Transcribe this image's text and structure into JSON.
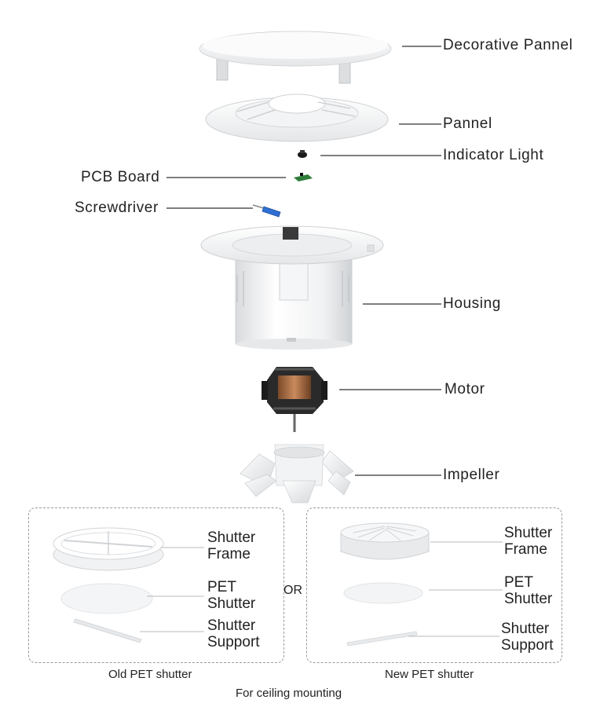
{
  "parts": {
    "decorative_panel": "Decorative Pannel",
    "panel": "Pannel",
    "indicator_light": "Indicator Light",
    "pcb_board": "PCB Board",
    "screwdriver": "Screwdriver",
    "housing": "Housing",
    "motor": "Motor",
    "impeller": "Impeller"
  },
  "old_shutter": {
    "frame": [
      "Shutter",
      "Frame"
    ],
    "pet": [
      "PET",
      "Shutter"
    ],
    "support": [
      "Shutter",
      "Support"
    ],
    "caption": "Old PET shutter"
  },
  "separator": "OR",
  "new_shutter": {
    "frame": [
      "Shutter",
      "Frame"
    ],
    "pet": [
      "PET",
      "Shutter"
    ],
    "support": [
      "Shutter",
      "Support"
    ],
    "caption": "New PET shutter"
  },
  "footer": "For ceiling mounting"
}
